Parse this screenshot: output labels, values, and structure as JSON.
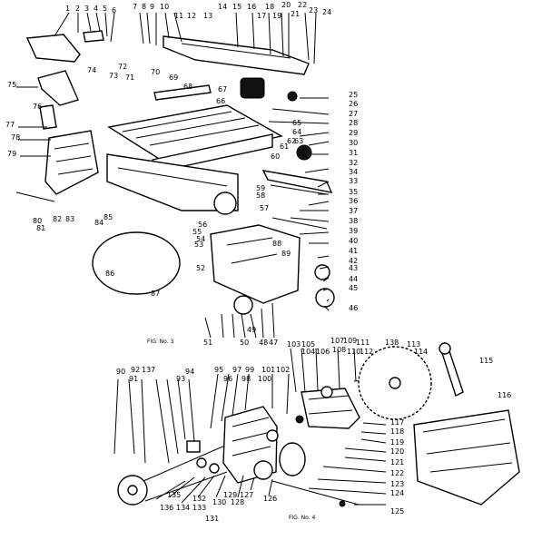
{
  "figures": [
    {
      "caption": "FIG. No. 3"
    },
    {
      "caption": "FIG. No. 4"
    }
  ],
  "callouts": [
    "1",
    "2",
    "3",
    "4",
    "5",
    "6",
    "7",
    "8",
    "9",
    "10",
    "11",
    "12",
    "13",
    "14",
    "15",
    "16",
    "17",
    "18",
    "19",
    "20",
    "21",
    "22",
    "23",
    "24",
    "25",
    "26",
    "27",
    "28",
    "29",
    "30",
    "31",
    "32",
    "33",
    "34",
    "35",
    "36",
    "37",
    "38",
    "39",
    "40",
    "41",
    "42",
    "43",
    "44",
    "45",
    "46",
    "47",
    "48",
    "49",
    "50",
    "51",
    "52",
    "53",
    "54",
    "55",
    "56",
    "57",
    "58",
    "59",
    "60",
    "61",
    "62",
    "63",
    "64",
    "65",
    "66",
    "67",
    "68",
    "69",
    "70",
    "71",
    "72",
    "73",
    "74",
    "75",
    "76",
    "77",
    "78",
    "79",
    "80",
    "81",
    "82",
    "83",
    "84",
    "85",
    "86",
    "87",
    "88",
    "89",
    "90",
    "91",
    "92",
    "93",
    "94",
    "95",
    "96",
    "97",
    "98",
    "99",
    "100",
    "101",
    "102",
    "103",
    "104",
    "105",
    "106",
    "107",
    "108",
    "109",
    "110",
    "111",
    "112",
    "113",
    "114",
    "115",
    "116",
    "117",
    "118",
    "119",
    "120",
    "121",
    "122",
    "123",
    "124",
    "125",
    "126",
    "127",
    "128",
    "129",
    "130",
    "131",
    "132",
    "133",
    "134",
    "135",
    "136",
    "137",
    "138"
  ]
}
